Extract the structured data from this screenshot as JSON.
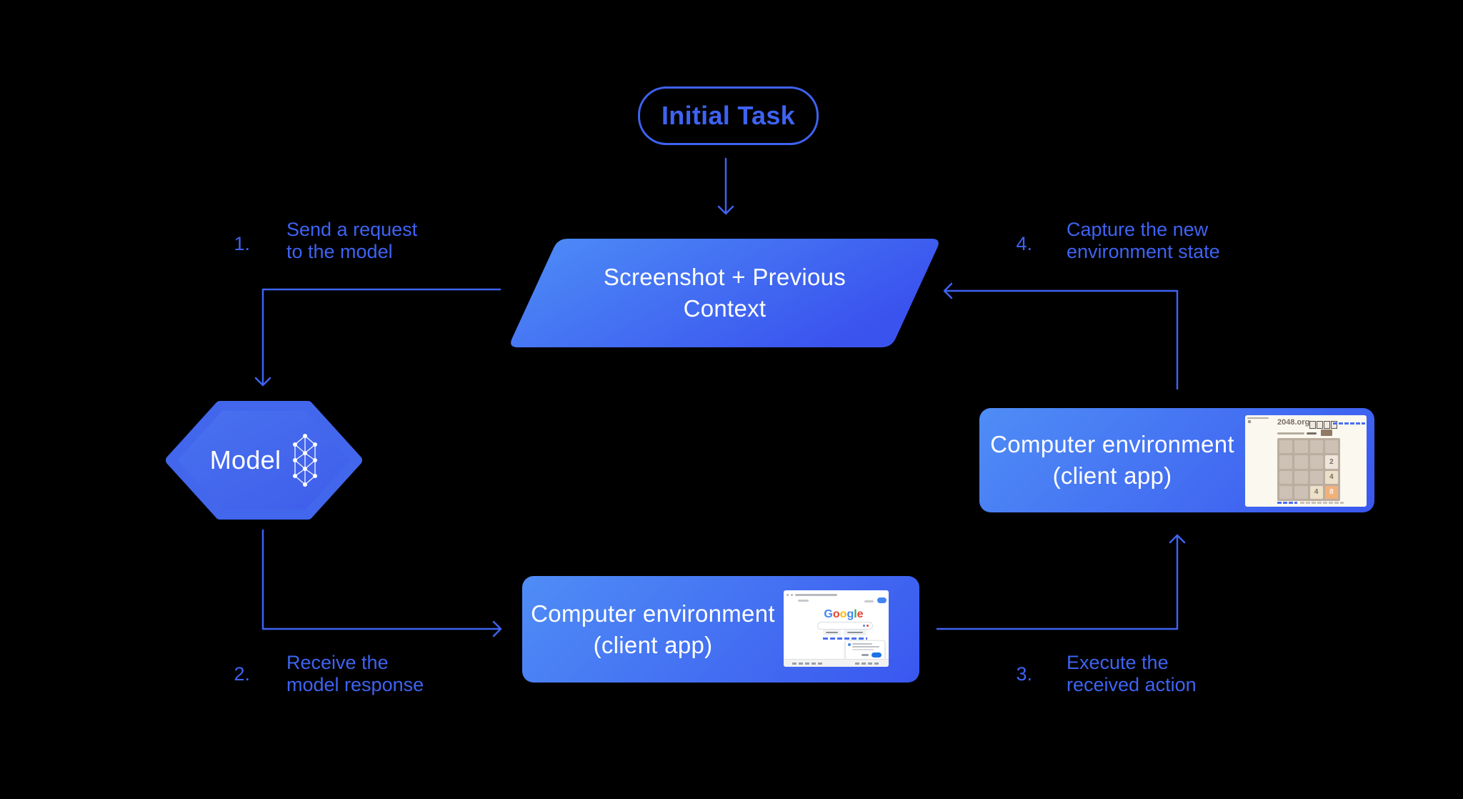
{
  "canvas": {
    "background": "#000000",
    "accent": "#3E63F2"
  },
  "nodes": {
    "initial_task": {
      "label": "Initial Task"
    },
    "screenshot_context": {
      "line1": "Screenshot + Previous",
      "line2": "Context"
    },
    "model": {
      "label": "Model",
      "icon": "neural-network-icon"
    },
    "env_bottom": {
      "line1": "Computer environment",
      "line2": "(client app)"
    },
    "env_right": {
      "line1": "Computer environment",
      "line2": "(client app)"
    }
  },
  "steps": [
    {
      "num": "1.",
      "line1": "Send a request",
      "line2": "to the model"
    },
    {
      "num": "2.",
      "line1": "Receive the",
      "line2": "model response"
    },
    {
      "num": "3.",
      "line1": "Execute the",
      "line2": "received action"
    },
    {
      "num": "4.",
      "line1": "Capture the new",
      "line2": "environment state"
    }
  ],
  "google_thumb": {
    "logo_letters": [
      {
        "ch": "G",
        "color": "#4285F4"
      },
      {
        "ch": "o",
        "color": "#EA4335"
      },
      {
        "ch": "o",
        "color": "#FBBC05"
      },
      {
        "ch": "g",
        "color": "#4285F4"
      },
      {
        "ch": "l",
        "color": "#34A853"
      },
      {
        "ch": "e",
        "color": "#EA4335"
      }
    ],
    "signin_button_color": "#4285F4",
    "dialog_button_color": "#1A73E8"
  },
  "game_thumb": {
    "site": "2048.org",
    "board_color": "#BBADA0",
    "cell_color": "#CCC1B4",
    "tiles": [
      {
        "index": 7,
        "value": "2",
        "bg": "#EEE4DA",
        "fg": "#776E65"
      },
      {
        "index": 11,
        "value": "4",
        "bg": "#EDE0C8",
        "fg": "#776E65"
      },
      {
        "index": 14,
        "value": "4",
        "bg": "#EDE0C8",
        "fg": "#776E65"
      },
      {
        "index": 15,
        "value": "8",
        "bg": "#F2B179",
        "fg": "#F9F6F2"
      }
    ]
  }
}
